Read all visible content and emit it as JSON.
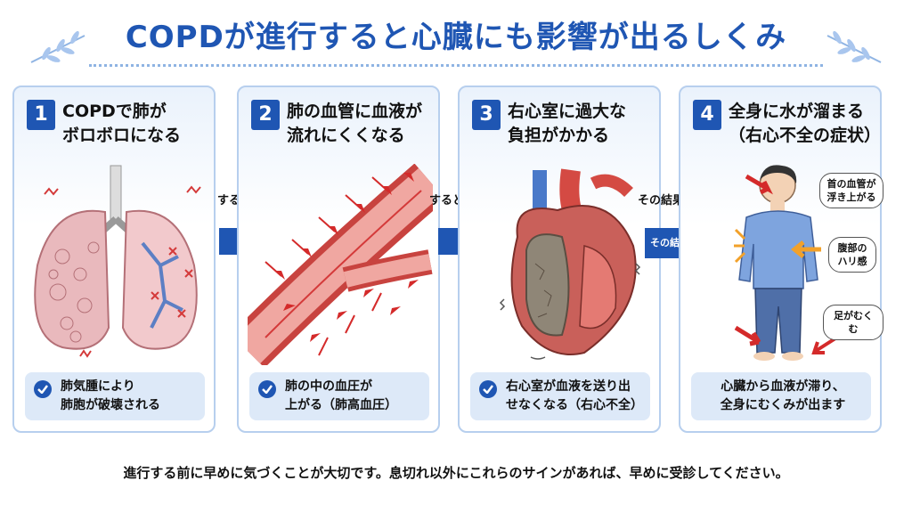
{
  "header": {
    "title": "COPDが進行すると心臓にも影響が出るしくみ"
  },
  "steps": [
    {
      "number": "1",
      "title_line1": "COPDで肺が",
      "title_line2": "ボロボロになる",
      "caption_line1": "肺気腫により",
      "caption_line2": "肺胞が破壊される"
    },
    {
      "number": "2",
      "title_line1": "肺の血管に血液が",
      "title_line2": "流れにくくなる",
      "caption_line1": "肺の中の血圧が",
      "caption_line2": "上がる（肺高血圧）"
    },
    {
      "number": "3",
      "title_line1": "右心室に過大な",
      "title_line2": "負担がかかる",
      "caption_line1": "右心室が血液を送り出",
      "caption_line2": "せなくなる（右心不全）"
    },
    {
      "number": "4",
      "title_line1": "全身に水が溜まる",
      "title_line2": "（右心不全の症状）",
      "caption_line1": "心臓から血液が滞り、",
      "caption_line2": "全身にむくみが出ます"
    }
  ],
  "connectors": {
    "c1": "すると…",
    "c2": "すると…",
    "c3_top": "その結果…",
    "c3_arrow": "その結果…"
  },
  "symptoms": {
    "neck_line1": "首の血管が",
    "neck_line2": "浮き上がる",
    "belly_line1": "腹部の",
    "belly_line2": "ハリ感",
    "legs": "足がむくむ"
  },
  "footer": {
    "note": "進行する前に早めに気づくことが大切です。息切れ以外にこれらのサインがあれば、早めに受診してください。"
  },
  "colors": {
    "accent": "#1f56b3",
    "panel_border": "#b7cfee",
    "caption_bg": "#dde9f8",
    "warning": "#e23a2a"
  }
}
